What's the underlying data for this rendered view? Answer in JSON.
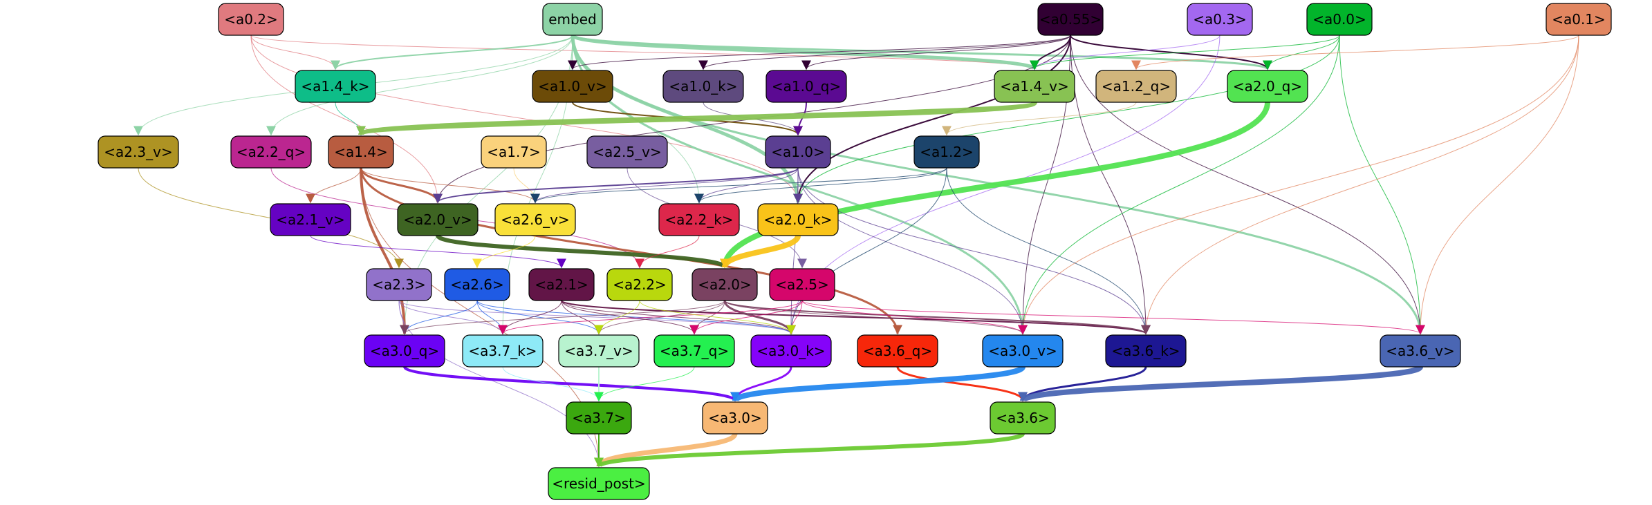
{
  "diagram": {
    "type": "directed-graph",
    "nodes": [
      {
        "id": "a0_2",
        "label": "<a0.2>",
        "fill": "#e07a7f",
        "text_color": "#000000"
      },
      {
        "id": "embed",
        "label": "embed",
        "fill": "#8dd3a6",
        "text_color": "#000000"
      },
      {
        "id": "a0_55",
        "label": "<a0.55>",
        "fill": "#310033",
        "text_color": "#000000"
      },
      {
        "id": "a0_3",
        "label": "<a0.3>",
        "fill": "#a368f0",
        "text_color": "#000000"
      },
      {
        "id": "a0_0",
        "label": "<a0.0>",
        "fill": "#02b42b",
        "text_color": "#000000"
      },
      {
        "id": "a0_1",
        "label": "<a0.1>",
        "fill": "#e28660",
        "text_color": "#000000"
      },
      {
        "id": "a1_4_k",
        "label": "<a1.4_k>",
        "fill": "#0ebd88",
        "text_color": "#000000"
      },
      {
        "id": "a1_0_v",
        "label": "<a1.0_v>",
        "fill": "#6c4b08",
        "text_color": "#000000"
      },
      {
        "id": "a1_0_k",
        "label": "<a1.0_k>",
        "fill": "#5e4a7e",
        "text_color": "#000000"
      },
      {
        "id": "a1_0_q",
        "label": "<a1.0_q>",
        "fill": "#5b0a92",
        "text_color": "#000000"
      },
      {
        "id": "a1_4_v",
        "label": "<a1.4_v>",
        "fill": "#88c253",
        "text_color": "#000000"
      },
      {
        "id": "a1_2_q",
        "label": "<a1.2_q>",
        "fill": "#d1b57c",
        "text_color": "#000000"
      },
      {
        "id": "a2_0_q",
        "label": "<a2.0_q>",
        "fill": "#52e351",
        "text_color": "#000000"
      },
      {
        "id": "a2_3_v",
        "label": "<a2.3_v>",
        "fill": "#ae9323",
        "text_color": "#000000"
      },
      {
        "id": "a2_2_q",
        "label": "<a2.2_q>",
        "fill": "#bb2690",
        "text_color": "#000000"
      },
      {
        "id": "a1_4",
        "label": "<a1.4>",
        "fill": "#b85c40",
        "text_color": "#000000"
      },
      {
        "id": "a1_7",
        "label": "<a1.7>",
        "fill": "#fad27c",
        "text_color": "#000000"
      },
      {
        "id": "a2_5_v",
        "label": "<a2.5_v>",
        "fill": "#785ea0",
        "text_color": "#000000"
      },
      {
        "id": "a1_0",
        "label": "<a1.0>",
        "fill": "#5b3f92",
        "text_color": "#000000"
      },
      {
        "id": "a1_2",
        "label": "<a1.2>",
        "fill": "#1c446b",
        "text_color": "#000000"
      },
      {
        "id": "a2_1_v",
        "label": "<a2.1_v>",
        "fill": "#6502c3",
        "text_color": "#000000"
      },
      {
        "id": "a2_0_v",
        "label": "<a2.0_v>",
        "fill": "#3e6422",
        "text_color": "#000000"
      },
      {
        "id": "a2_6_v",
        "label": "<a2.6_v>",
        "fill": "#f9e039",
        "text_color": "#000000"
      },
      {
        "id": "a2_2_k",
        "label": "<a2.2_k>",
        "fill": "#dd274b",
        "text_color": "#000000"
      },
      {
        "id": "a2_0_k",
        "label": "<a2.0_k>",
        "fill": "#f9c319",
        "text_color": "#000000"
      },
      {
        "id": "a2_3",
        "label": "<a2.3>",
        "fill": "#9172ca",
        "text_color": "#000000"
      },
      {
        "id": "a2_6",
        "label": "<a2.6>",
        "fill": "#1f5be4",
        "text_color": "#000000"
      },
      {
        "id": "a2_1",
        "label": "<a2.1>",
        "fill": "#621547",
        "text_color": "#000000"
      },
      {
        "id": "a2_2",
        "label": "<a2.2>",
        "fill": "#b9d80d",
        "text_color": "#000000"
      },
      {
        "id": "a2_0",
        "label": "<a2.0>",
        "fill": "#7a4261",
        "text_color": "#000000"
      },
      {
        "id": "a2_5",
        "label": "<a2.5>",
        "fill": "#d5066b",
        "text_color": "#000000"
      },
      {
        "id": "a3_0_q",
        "label": "<a3.0_q>",
        "fill": "#6b02f4",
        "text_color": "#000000"
      },
      {
        "id": "a3_7_k",
        "label": "<a3.7_k>",
        "fill": "#8eeaf7",
        "text_color": "#000000"
      },
      {
        "id": "a3_7_v",
        "label": "<a3.7_v>",
        "fill": "#b8f3cf",
        "text_color": "#000000"
      },
      {
        "id": "a3_7_q",
        "label": "<a3.7_q>",
        "fill": "#24f050",
        "text_color": "#000000"
      },
      {
        "id": "a3_0_k",
        "label": "<a3.0_k>",
        "fill": "#8503f9",
        "text_color": "#000000"
      },
      {
        "id": "a3_6_q",
        "label": "<a3.6_q>",
        "fill": "#f7270a",
        "text_color": "#000000"
      },
      {
        "id": "a3_0_v",
        "label": "<a3.0_v>",
        "fill": "#2487ee",
        "text_color": "#000000"
      },
      {
        "id": "a3_6_k",
        "label": "<a3.6_k>",
        "fill": "#1d1793",
        "text_color": "#000000"
      },
      {
        "id": "a3_6_v",
        "label": "<a3.6_v>",
        "fill": "#4a66b3",
        "text_color": "#000000"
      },
      {
        "id": "a3_7",
        "label": "<a3.7>",
        "fill": "#3ba80f",
        "text_color": "#000000"
      },
      {
        "id": "a3_0",
        "label": "<a3.0>",
        "fill": "#f7b874",
        "text_color": "#000000"
      },
      {
        "id": "a3_6",
        "label": "<a3.6>",
        "fill": "#6cca32",
        "text_color": "#000000"
      },
      {
        "id": "resid_post",
        "label": "<resid_post>",
        "fill": "#4bef42",
        "text_color": "#000000"
      }
    ],
    "edges": [
      {
        "from": "a0_2",
        "to": "a1_4_k",
        "color": "#e07a7f",
        "weight": 1
      },
      {
        "from": "a0_2",
        "to": "a1_4_v",
        "color": "#e07a7f",
        "weight": 1
      },
      {
        "from": "a0_2",
        "to": "a2_0_v",
        "color": "#e07a7f",
        "weight": 1
      },
      {
        "from": "a0_2",
        "to": "a2_0_k",
        "color": "#e07a7f",
        "weight": 1
      },
      {
        "from": "embed",
        "to": "a1_4_k",
        "color": "#8dd3a6",
        "weight": 2
      },
      {
        "from": "embed",
        "to": "a1_0_v",
        "color": "#8dd3a6",
        "weight": 1
      },
      {
        "from": "embed",
        "to": "a1_4_v",
        "color": "#8dd3a6",
        "weight": 5
      },
      {
        "from": "embed",
        "to": "a2_0_q",
        "color": "#8dd3a6",
        "weight": 3
      },
      {
        "from": "embed",
        "to": "a2_3_v",
        "color": "#8dd3a6",
        "weight": 1
      },
      {
        "from": "embed",
        "to": "a2_2_q",
        "color": "#8dd3a6",
        "weight": 1
      },
      {
        "from": "embed",
        "to": "a2_0_k",
        "color": "#8dd3a6",
        "weight": 5
      },
      {
        "from": "embed",
        "to": "a2_2_k",
        "color": "#8dd3a6",
        "weight": 1
      },
      {
        "from": "embed",
        "to": "a3_0_v",
        "color": "#8dd3a6",
        "weight": 3
      },
      {
        "from": "embed",
        "to": "a3_6_v",
        "color": "#8dd3a6",
        "weight": 3
      },
      {
        "from": "embed",
        "to": "a3_0_q",
        "color": "#8dd3a6",
        "weight": 1
      },
      {
        "from": "embed",
        "to": "a3_7_k",
        "color": "#8dd3a6",
        "weight": 1
      },
      {
        "from": "a0_55",
        "to": "a1_0_v",
        "color": "#310033",
        "weight": 1
      },
      {
        "from": "a0_55",
        "to": "a1_0_k",
        "color": "#310033",
        "weight": 1
      },
      {
        "from": "a0_55",
        "to": "a1_0_q",
        "color": "#310033",
        "weight": 1
      },
      {
        "from": "a0_55",
        "to": "a1_4_v",
        "color": "#310033",
        "weight": 2
      },
      {
        "from": "a0_55",
        "to": "a2_0_q",
        "color": "#310033",
        "weight": 2
      },
      {
        "from": "a0_55",
        "to": "a2_0_k",
        "color": "#310033",
        "weight": 2
      },
      {
        "from": "a0_55",
        "to": "a2_0_v",
        "color": "#310033",
        "weight": 1
      },
      {
        "from": "a0_55",
        "to": "a3_0_v",
        "color": "#310033",
        "weight": 1
      },
      {
        "from": "a0_55",
        "to": "a3_6_k",
        "color": "#310033",
        "weight": 1
      },
      {
        "from": "a0_55",
        "to": "a3_6_v",
        "color": "#310033",
        "weight": 1
      },
      {
        "from": "a0_3",
        "to": "a1_4_v",
        "color": "#a368f0",
        "weight": 1
      },
      {
        "from": "a0_3",
        "to": "a3_0_k",
        "color": "#a368f0",
        "weight": 1
      },
      {
        "from": "a0_0",
        "to": "a1_4_v",
        "color": "#02b42b",
        "weight": 1
      },
      {
        "from": "a0_0",
        "to": "a2_0_q",
        "color": "#02b42b",
        "weight": 1
      },
      {
        "from": "a0_0",
        "to": "a2_0_k",
        "color": "#02b42b",
        "weight": 1
      },
      {
        "from": "a0_0",
        "to": "a3_0_v",
        "color": "#02b42b",
        "weight": 1
      },
      {
        "from": "a0_0",
        "to": "a3_6_v",
        "color": "#02b42b",
        "weight": 1
      },
      {
        "from": "a0_1",
        "to": "a1_2_q",
        "color": "#e28660",
        "weight": 1
      },
      {
        "from": "a0_1",
        "to": "a3_6_k",
        "color": "#e28660",
        "weight": 1
      },
      {
        "from": "a0_1",
        "to": "a3_6_v",
        "color": "#e28660",
        "weight": 1
      },
      {
        "from": "a0_1",
        "to": "a3_0_v",
        "color": "#e28660",
        "weight": 1
      },
      {
        "from": "a1_4_k",
        "to": "a1_4",
        "color": "#0ebd88",
        "weight": 1
      },
      {
        "from": "a1_0_v",
        "to": "a1_0",
        "color": "#6c4b08",
        "weight": 2
      },
      {
        "from": "a1_0_k",
        "to": "a1_0",
        "color": "#5e4a7e",
        "weight": 1
      },
      {
        "from": "a1_0_q",
        "to": "a1_0",
        "color": "#5b0a92",
        "weight": 2
      },
      {
        "from": "a1_4_v",
        "to": "a1_4",
        "color": "#88c253",
        "weight": 8
      },
      {
        "from": "a1_2_q",
        "to": "a1_2",
        "color": "#d1b57c",
        "weight": 1
      },
      {
        "from": "a2_0_q",
        "to": "a2_0",
        "color": "#52e351",
        "weight": 8
      },
      {
        "from": "a2_3_v",
        "to": "a2_3",
        "color": "#ae9323",
        "weight": 1
      },
      {
        "from": "a2_2_q",
        "to": "a2_2",
        "color": "#bb2690",
        "weight": 1
      },
      {
        "from": "a1_4",
        "to": "a2_1_v",
        "color": "#b85c40",
        "weight": 1
      },
      {
        "from": "a1_4",
        "to": "a2_0_v",
        "color": "#b85c40",
        "weight": 3
      },
      {
        "from": "a1_4",
        "to": "a2_6_v",
        "color": "#b85c40",
        "weight": 1
      },
      {
        "from": "a1_4",
        "to": "a3_0_q",
        "color": "#b85c40",
        "weight": 4
      },
      {
        "from": "a1_4",
        "to": "a3_6_q",
        "color": "#b85c40",
        "weight": 3
      },
      {
        "from": "a1_4",
        "to": "resid_post",
        "color": "#b85c40",
        "weight": 1
      },
      {
        "from": "a1_7",
        "to": "a2_6_v",
        "color": "#fad27c",
        "weight": 1
      },
      {
        "from": "a2_5_v",
        "to": "a2_5",
        "color": "#785ea0",
        "weight": 1
      },
      {
        "from": "a1_0",
        "to": "a2_0_v",
        "color": "#5b3f92",
        "weight": 2
      },
      {
        "from": "a1_0",
        "to": "a2_2_k",
        "color": "#5b3f92",
        "weight": 1
      },
      {
        "from": "a1_0",
        "to": "a2_0_k",
        "color": "#5b3f92",
        "weight": 1
      },
      {
        "from": "a1_0",
        "to": "a2_6_v",
        "color": "#5b3f92",
        "weight": 1
      },
      {
        "from": "a1_0",
        "to": "a3_0_v",
        "color": "#5b3f92",
        "weight": 1
      },
      {
        "from": "a1_0",
        "to": "a3_6_k",
        "color": "#5b3f92",
        "weight": 1
      },
      {
        "from": "a1_0",
        "to": "a3_0_k",
        "color": "#5b3f92",
        "weight": 1
      },
      {
        "from": "a1_2",
        "to": "a2_2_k",
        "color": "#1c446b",
        "weight": 1
      },
      {
        "from": "a1_2",
        "to": "a2_6_v",
        "color": "#1c446b",
        "weight": 1
      },
      {
        "from": "a1_2",
        "to": "a3_0_k",
        "color": "#1c446b",
        "weight": 1
      },
      {
        "from": "a1_2",
        "to": "a3_6_k",
        "color": "#1c446b",
        "weight": 1
      },
      {
        "from": "a2_1_v",
        "to": "a2_1",
        "color": "#6502c3",
        "weight": 1
      },
      {
        "from": "a2_0_v",
        "to": "a2_0",
        "color": "#3e6422",
        "weight": 6
      },
      {
        "from": "a2_6_v",
        "to": "a2_6",
        "color": "#f9e039",
        "weight": 1
      },
      {
        "from": "a2_2_k",
        "to": "a2_2",
        "color": "#dd274b",
        "weight": 1
      },
      {
        "from": "a2_0_k",
        "to": "a2_0",
        "color": "#f9c319",
        "weight": 8
      },
      {
        "from": "a2_3",
        "to": "a3_0_q",
        "color": "#9172ca",
        "weight": 1
      },
      {
        "from": "a2_3",
        "to": "a3_7_k",
        "color": "#9172ca",
        "weight": 1
      },
      {
        "from": "a2_3",
        "to": "a3_0_k",
        "color": "#9172ca",
        "weight": 1
      },
      {
        "from": "a2_3",
        "to": "resid_post",
        "color": "#9172ca",
        "weight": 1
      },
      {
        "from": "a2_6",
        "to": "a3_0_q",
        "color": "#1f5be4",
        "weight": 1
      },
      {
        "from": "a2_6",
        "to": "a3_7_k",
        "color": "#1f5be4",
        "weight": 1
      },
      {
        "from": "a2_6",
        "to": "a3_7_v",
        "color": "#1f5be4",
        "weight": 1
      },
      {
        "from": "a2_6",
        "to": "a3_0_k",
        "color": "#1f5be4",
        "weight": 1
      },
      {
        "from": "a2_1",
        "to": "a3_7_k",
        "color": "#621547",
        "weight": 1
      },
      {
        "from": "a2_1",
        "to": "a3_7_v",
        "color": "#621547",
        "weight": 1
      },
      {
        "from": "a2_1",
        "to": "a3_7_q",
        "color": "#621547",
        "weight": 1
      },
      {
        "from": "a2_1",
        "to": "a3_0_k",
        "color": "#621547",
        "weight": 1
      },
      {
        "from": "a2_1",
        "to": "a3_6_k",
        "color": "#621547",
        "weight": 2
      },
      {
        "from": "a2_0",
        "to": "a3_0_q",
        "color": "#7a4261",
        "weight": 1
      },
      {
        "from": "a2_0",
        "to": "a3_7_v",
        "color": "#7a4261",
        "weight": 1
      },
      {
        "from": "a2_0",
        "to": "a3_7_q",
        "color": "#7a4261",
        "weight": 1
      },
      {
        "from": "a2_0",
        "to": "a3_0_k",
        "color": "#7a4261",
        "weight": 3
      },
      {
        "from": "a2_0",
        "to": "a3_0_v",
        "color": "#7a4261",
        "weight": 1
      },
      {
        "from": "a2_0",
        "to": "a3_6_k",
        "color": "#7a4261",
        "weight": 2
      },
      {
        "from": "a2_5",
        "to": "a3_7_k",
        "color": "#d5066b",
        "weight": 1
      },
      {
        "from": "a2_5",
        "to": "a3_7_q",
        "color": "#d5066b",
        "weight": 1
      },
      {
        "from": "a2_5",
        "to": "a3_0_k",
        "color": "#d5066b",
        "weight": 1
      },
      {
        "from": "a2_5",
        "to": "a3_0_v",
        "color": "#d5066b",
        "weight": 1
      },
      {
        "from": "a2_5",
        "to": "a3_6_v",
        "color": "#d5066b",
        "weight": 1
      },
      {
        "from": "a2_2",
        "to": "a3_7_v",
        "color": "#b9d80d",
        "weight": 1
      },
      {
        "from": "a2_2",
        "to": "a3_0_k",
        "color": "#b9d80d",
        "weight": 1
      },
      {
        "from": "a3_0_q",
        "to": "a3_0",
        "color": "#6b02f4",
        "weight": 4
      },
      {
        "from": "a3_7_k",
        "to": "a3_7",
        "color": "#8eeaf7",
        "weight": 1
      },
      {
        "from": "a3_7_v",
        "to": "a3_7",
        "color": "#b8f3cf",
        "weight": 2
      },
      {
        "from": "a3_7_q",
        "to": "a3_7",
        "color": "#24f050",
        "weight": 1
      },
      {
        "from": "a3_0_k",
        "to": "a3_0",
        "color": "#8503f9",
        "weight": 3
      },
      {
        "from": "a3_6_q",
        "to": "a3_6",
        "color": "#f7270a",
        "weight": 3
      },
      {
        "from": "a3_0_v",
        "to": "a3_0",
        "color": "#2487ee",
        "weight": 8
      },
      {
        "from": "a3_6_k",
        "to": "a3_6",
        "color": "#1d1793",
        "weight": 3
      },
      {
        "from": "a3_6_v",
        "to": "a3_6",
        "color": "#4a66b3",
        "weight": 8
      },
      {
        "from": "a3_7",
        "to": "resid_post",
        "color": "#3ba80f",
        "weight": 2
      },
      {
        "from": "a3_0",
        "to": "resid_post",
        "color": "#f7b874",
        "weight": 7
      },
      {
        "from": "a3_6",
        "to": "resid_post",
        "color": "#6cca32",
        "weight": 6
      }
    ]
  }
}
